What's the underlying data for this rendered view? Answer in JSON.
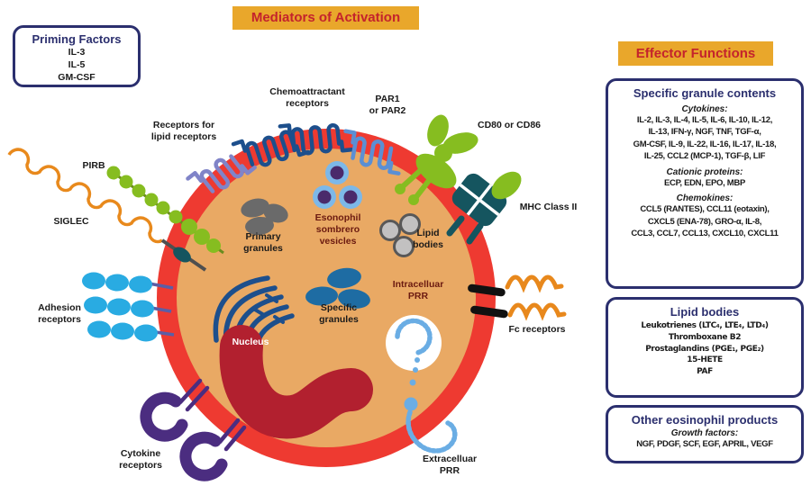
{
  "titles": {
    "mediators": "Mediators of Activation",
    "effector": "Effector Functions"
  },
  "priming_box": {
    "title": "Priming Factors",
    "items": "IL-3\nIL-5\nGM-CSF"
  },
  "effector_boxes": {
    "granule": {
      "title": "Specific granule contents",
      "cytokines_label": "Cytokines:",
      "cytokines": "IL-2, IL-3, IL-4, IL-5, IL-6, IL-10, IL-12,\nIL-13, IFN-γ, NGF, TNF, TGF-α,\nGM-CSF, IL-9, IL-22, IL-16, IL-17, IL-18,\nIL-25, CCL2 (MCP-1), TGF-β, LIF",
      "cationic_label": "Cationic proteins:",
      "cationic": "ECP, EDN, EPO, MBP",
      "chemokines_label": "Chemokines:",
      "chemokines": "CCL5 (RANTES), CCL11 (eotaxin),\nCXCL5 (ENA-78), GRO-α, IL-8,\nCCL3, CCL7, CCL13, CXCL10, CXCL11"
    },
    "lipid": {
      "title": "Lipid bodies",
      "items": "Leukotrienes (LTC₄, LTE₄, LTD₄)\nThromboxane B2\nProstaglandins (PGE₁, PGE₂)\n15-HETE\nPAF"
    },
    "other": {
      "title": "Other eosinophil products",
      "growth_label": "Growth factors:",
      "items": "NGF, PDGF, SCF, EGF, APRIL, VEGF"
    }
  },
  "cell_labels": {
    "chemoattractant": "Chemoattractant\nreceptors",
    "par": "PAR1\nor PAR2",
    "lipid_receptors": "Receptors for\nlipid receptors",
    "pirb": "PIRB",
    "siglec": "SIGLEC",
    "adhesion": "Adhesion\nreceptors",
    "cytokine_receptors": "Cytokine\nreceptors",
    "cd80": "CD80 or CD86",
    "mhc": "MHC Class II",
    "fc": "Fc receptors",
    "extracellular_prr": "Extracelluar\nPRR",
    "intracellular_prr": "Intracelluar\nPRR",
    "primary_granules": "Primary\ngranules",
    "sombrero": "Esonophil\nsombrero\nvesicles",
    "lipid_bodies": "Lipid\nbodies",
    "specific_granules": "Specific\ngranules",
    "nucleus": "Nucleus"
  },
  "colors": {
    "gold": "#e9a72b",
    "titlered": "#c4232c",
    "navy": "#2b2f6e",
    "membrane": "#ee3a31",
    "cytoplasm": "#e9a964",
    "nucleus": "#b2202f",
    "green": "#86bd20",
    "teal": "#15555f",
    "cyan": "#29abe2",
    "purple": "#4b2d80",
    "orange": "#e8881c",
    "steel": "#1e6ca3",
    "lightblue": "#7db8e8",
    "periwinkle": "#8084c8",
    "darkblue": "#1d4f8c",
    "gray": "#6a6a6a",
    "maroon": "#6b1a10"
  }
}
